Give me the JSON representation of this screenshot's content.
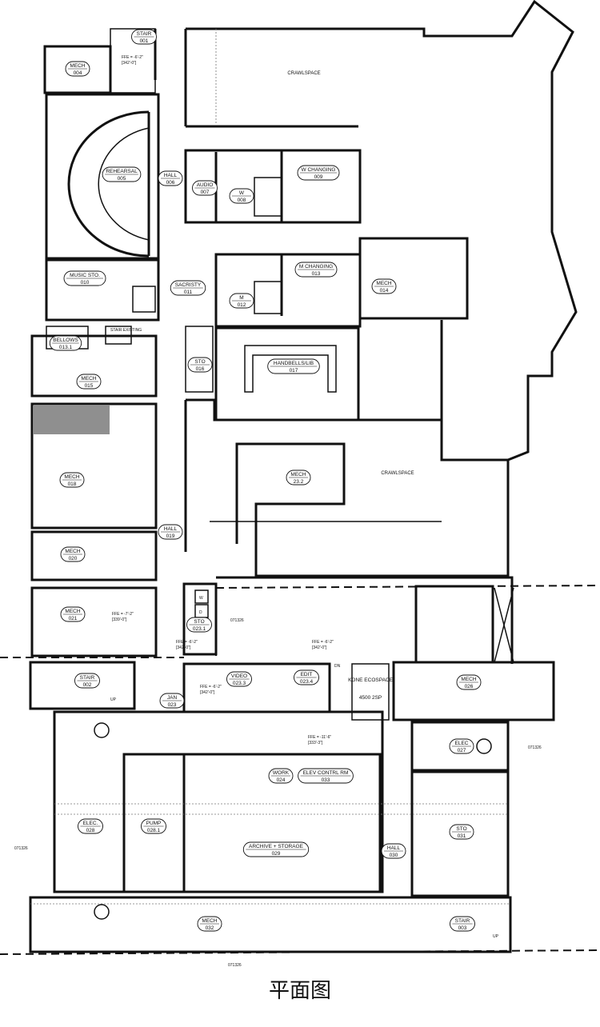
{
  "caption": "平面图",
  "rooms": [
    {
      "id": "stair001",
      "name": "STAIR",
      "num": "001"
    },
    {
      "id": "mech004",
      "name": "MECH",
      "num": "004"
    },
    {
      "id": "rehearsal005",
      "name": "REHEARSAL",
      "num": "005"
    },
    {
      "id": "hall006",
      "name": "HALL",
      "num": "006"
    },
    {
      "id": "audio007",
      "name": "AUDIO",
      "num": "007"
    },
    {
      "id": "w008",
      "name": "W",
      "num": "008"
    },
    {
      "id": "wchanging009",
      "name": "W CHANGING",
      "num": "009"
    },
    {
      "id": "musicsto010",
      "name": "MUSIC STO.",
      "num": "010"
    },
    {
      "id": "sacristy011",
      "name": "SACRISTY",
      "num": "011"
    },
    {
      "id": "m012",
      "name": "M",
      "num": "012"
    },
    {
      "id": "mchanging013",
      "name": "M CHANGING",
      "num": "013"
    },
    {
      "id": "mech014",
      "name": "MECH",
      "num": "014"
    },
    {
      "id": "bellows0131",
      "name": "BELLOWS",
      "num": "013.1"
    },
    {
      "id": "mech015",
      "name": "MECH",
      "num": "015"
    },
    {
      "id": "sto016",
      "name": "STO",
      "num": "016"
    },
    {
      "id": "handbells017",
      "name": "HANDBELLS/LIB",
      "num": "017"
    },
    {
      "id": "mech018",
      "name": "MECH",
      "num": "018"
    },
    {
      "id": "hall019",
      "name": "HALL",
      "num": "019"
    },
    {
      "id": "mech232",
      "name": "MECH",
      "num": "23.2"
    },
    {
      "id": "mech020",
      "name": "MECH",
      "num": "020"
    },
    {
      "id": "mech021",
      "name": "MECH",
      "num": "021"
    },
    {
      "id": "sto0231",
      "name": "STO",
      "num": "023.1"
    },
    {
      "id": "stair002",
      "name": "STAIR",
      "num": "002"
    },
    {
      "id": "video0233",
      "name": "VIDEO",
      "num": "023.3"
    },
    {
      "id": "edit0234",
      "name": "EDIT",
      "num": "023.4"
    },
    {
      "id": "jan023",
      "name": "JAN",
      "num": "023"
    },
    {
      "id": "mech026",
      "name": "MECH",
      "num": "026"
    },
    {
      "id": "elec027",
      "name": "ELEC",
      "num": "027"
    },
    {
      "id": "work024",
      "name": "WORK",
      "num": "024"
    },
    {
      "id": "elevctrl033",
      "name": "ELEV CONTRL RM",
      "num": "033"
    },
    {
      "id": "elec028",
      "name": "ELEC.",
      "num": "028"
    },
    {
      "id": "pump0281",
      "name": "PUMP",
      "num": "028.1"
    },
    {
      "id": "archive029",
      "name": "ARCHIVE + STORAGE",
      "num": "029"
    },
    {
      "id": "hall030",
      "name": "HALL",
      "num": "030"
    },
    {
      "id": "sto031",
      "name": "STO",
      "num": "031"
    },
    {
      "id": "mech032",
      "name": "MECH",
      "num": "032"
    },
    {
      "id": "stair003",
      "name": "STAIR",
      "num": "003"
    }
  ],
  "labels": {
    "crawlspace_top": "CRAWLSPACE",
    "crawlspace_mid": "CRAWLSPACE",
    "stair_existing": "STAIR\nEXISTING",
    "kone": "KONE\nECOSPACE",
    "kone_size": "4500 2SP",
    "dn": "DN",
    "up_left": "UP",
    "up_right": "UP",
    "w_box": "W",
    "d_box": "D",
    "ref_mid": "071326",
    "ref_right": "071326",
    "ref_left": "071326",
    "ref_bottom": "071326",
    "ffe_1": "FFE = -6'-2\"",
    "ffe_1b": "[342'-0\"]",
    "ffe_2": "FFE = -7'-2\"",
    "ffe_2b": "[339'-0\"]",
    "ffe_3": "FFE = -6'-2\"",
    "ffe_3b": "[342'-0\"]",
    "ffe_4": "FFE = -6'-2\"",
    "ffe_4b": "[342'-0\"]",
    "ffe_5": "FFE = -6'-2\"",
    "ffe_5b": "[342'-0\"]",
    "ffe_6": "FFE = -11'-6\"",
    "ffe_6b": "[333'-3\"]"
  }
}
